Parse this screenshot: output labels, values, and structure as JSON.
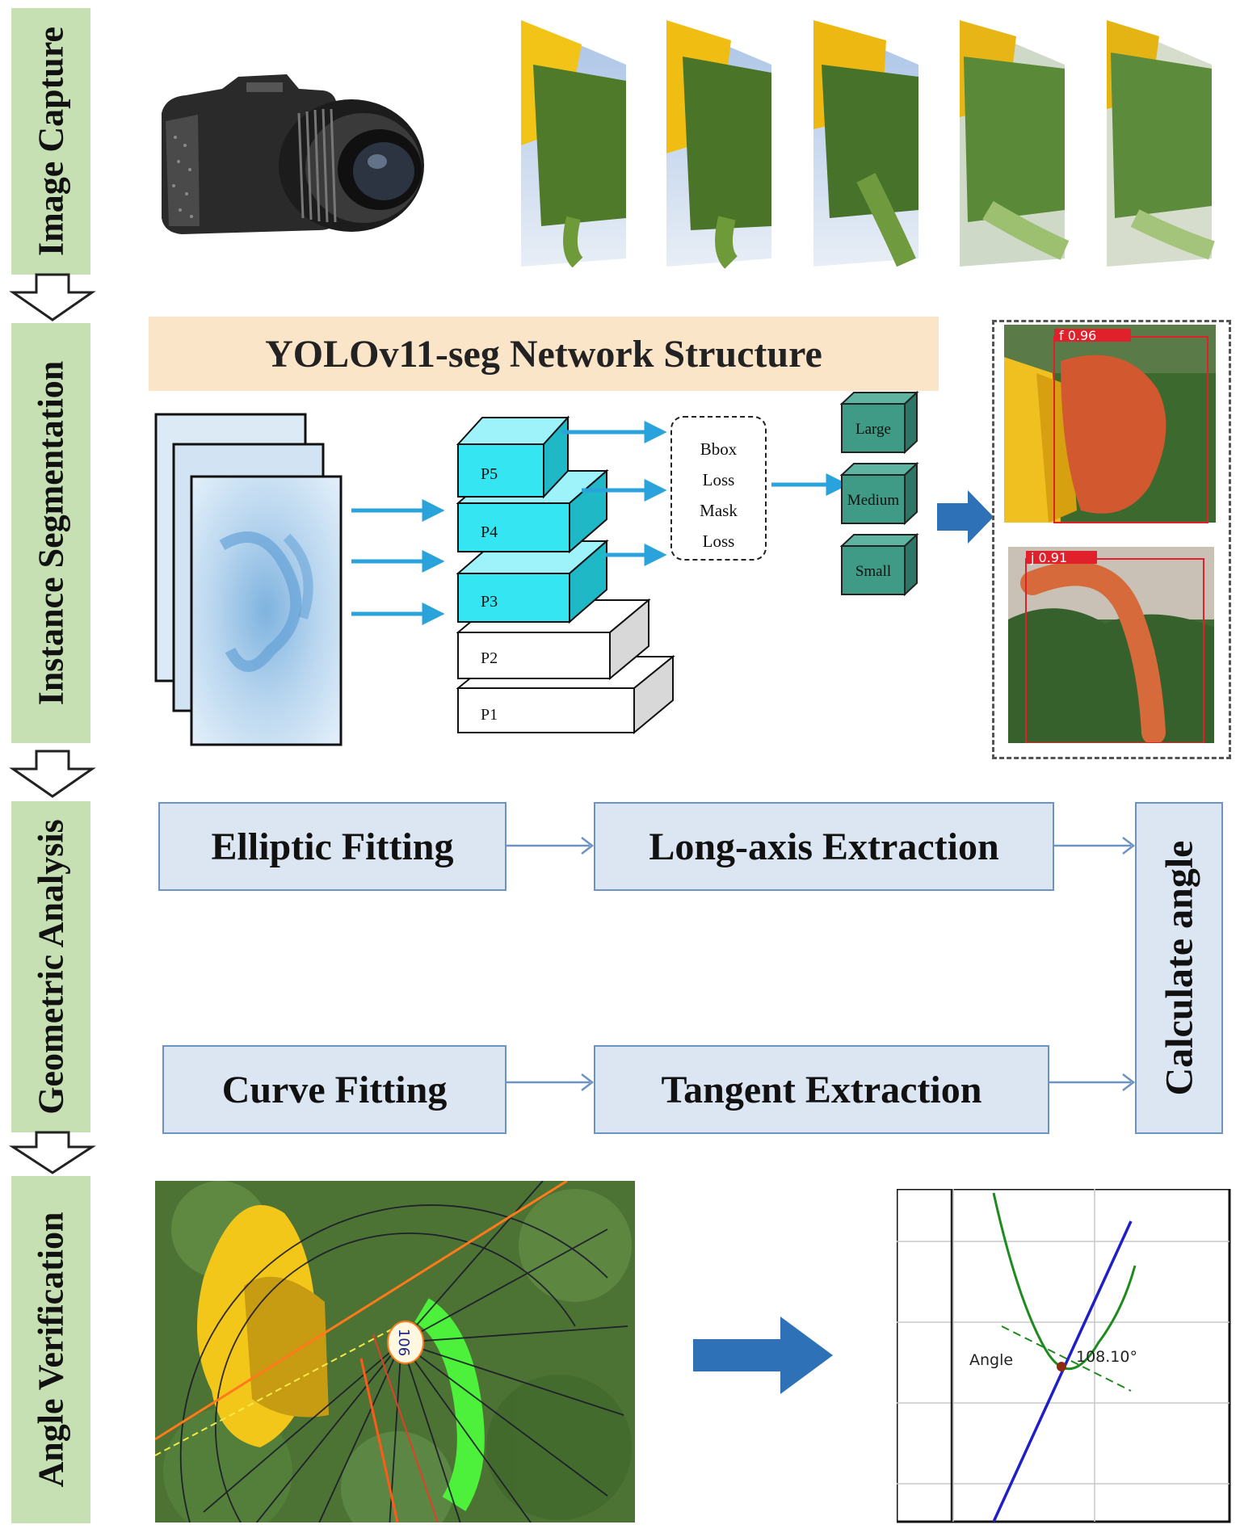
{
  "stages": [
    "Image Capture",
    "Instance Segmentation",
    "Geometric Analysis",
    "Angle Verification"
  ],
  "network": {
    "title": "YOLOv11-seg Network Structure",
    "layers": [
      "P5",
      "P4",
      "P3",
      "P2",
      "P1"
    ],
    "loss_lines": [
      "Bbox",
      "Loss",
      "Mask",
      "Loss"
    ],
    "scales": [
      "Large",
      "Medium",
      "Small"
    ]
  },
  "detections": [
    {
      "label": "f 0.96"
    },
    {
      "label": "j 0.91"
    }
  ],
  "geometry": {
    "elliptic_fitting": "Elliptic Fitting",
    "long_axis_extraction": "Long-axis Extraction",
    "curve_fitting": "Curve Fitting",
    "tangent_extraction": "Tangent  Extraction",
    "calculate_angle": "Calculate angle"
  },
  "verification": {
    "protractor_reading": "106",
    "plot_label": "Angle",
    "plot_value": "108.10°"
  },
  "colors": {
    "stage_green": "#c6e0b4",
    "box_fill": "#dce6f2",
    "box_border": "#6d93c2",
    "title_band": "#fbe5c8",
    "cube_cyan": "#35e6f2",
    "scale_teal": "#3f9a86",
    "arrow_blue": "#2f71b6"
  }
}
